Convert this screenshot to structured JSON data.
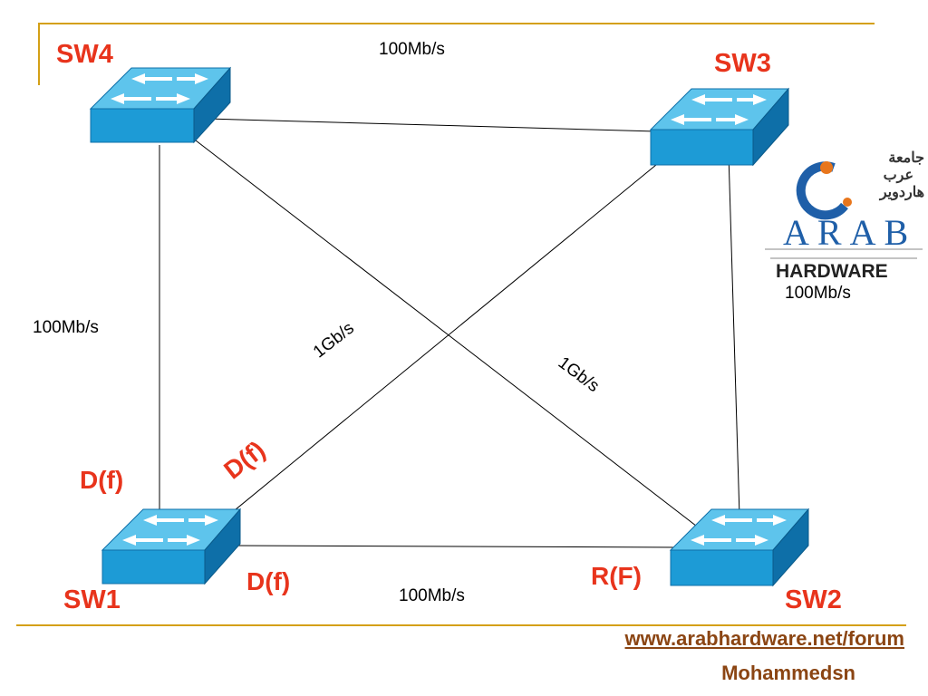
{
  "colors": {
    "accent_line": "#D4A017",
    "label_red": "#E8341C",
    "footer_brown": "#8B4513",
    "switch_top": "#5EC4EC",
    "switch_front": "#1D9BD6",
    "switch_side": "#0E6FA8",
    "logo_blue": "#1F5FA8",
    "logo_orange": "#E8761C"
  },
  "switches": [
    {
      "id": "sw1",
      "label": "SW1"
    },
    {
      "id": "sw2",
      "label": "SW2"
    },
    {
      "id": "sw3",
      "label": "SW3"
    },
    {
      "id": "sw4",
      "label": "SW4"
    }
  ],
  "links": [
    {
      "from": "sw4",
      "to": "sw3",
      "speed": "100Mb/s"
    },
    {
      "from": "sw4",
      "to": "sw1",
      "speed": "100Mb/s"
    },
    {
      "from": "sw3",
      "to": "sw2",
      "speed": "100Mb/s"
    },
    {
      "from": "sw1",
      "to": "sw2",
      "speed": "100Mb/s"
    },
    {
      "from": "sw1",
      "to": "sw3",
      "speed": "1Gb/s"
    },
    {
      "from": "sw4",
      "to": "sw2",
      "speed": "1Gb/s"
    }
  ],
  "port_roles": {
    "sw1_to_sw4": "D(f)",
    "sw1_to_sw3": "D(f)",
    "sw1_to_sw2": "D(f)",
    "sw2_root": "R(F)"
  },
  "logo": {
    "arabic_line1": "جامعة",
    "arabic_line2": "عرب",
    "arabic_line3": "هاردوير",
    "word_arab": "ARAB",
    "word_hardware": "HARDWARE"
  },
  "footer": {
    "url": "www.arabhardware.net/forum",
    "author": "Mohammedsn"
  }
}
